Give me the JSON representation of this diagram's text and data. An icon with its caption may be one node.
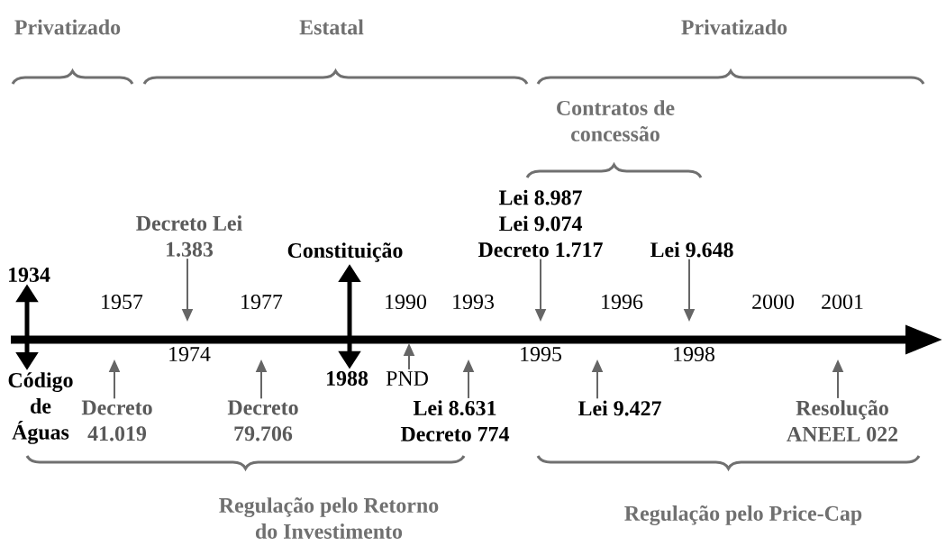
{
  "diagram": {
    "nodes": [
      {
        "text": [
          "1934"
        ]
      },
      {
        "text": [
          "Código de Águas"
        ]
      },
      {
        "text": [
          "Decreto Lei 1.383"
        ]
      },
      {
        "text": [
          "Decreto 41.019"
        ]
      },
      {
        "text": [
          "Decreto 79.706"
        ]
      },
      {
        "text": [
          "Constituição"
        ]
      },
      {
        "text": [
          "1988"
        ]
      },
      {
        "text": [
          "PND"
        ]
      },
      {
        "text": [
          "Lei 8.631 Decreto 774"
        ]
      },
      {
        "text": [
          "Lei 8.987 Lei 9.074 Decreto 1.717"
        ]
      },
      {
        "text": [
          "Lei 9.427"
        ]
      },
      {
        "text": [
          "Lei 9.648"
        ]
      },
      {
        "text": [
          "Resolução ANEEL 022"
        ]
      }
    ],
    "edges": [
      {
        "from": 0,
        "to": 1,
        "arrow": "both",
        "style": "thick",
        "color": "#000000"
      },
      {
        "from": 2,
        "to": null,
        "arrow": "to"
      },
      {
        "from": 3,
        "to": null,
        "arrow": "to"
      },
      {
        "from": 4,
        "to": null,
        "arrow": "to"
      },
      {
        "from": 5,
        "to": 6,
        "arrow": "both",
        "style": "thick",
        "color": "#000000"
      },
      {
        "from": 7,
        "to": null,
        "arrow": "to"
      },
      {
        "from": 8,
        "to": null,
        "arrow": "to"
      },
      {
        "from": 9,
        "to": null,
        "arrow": "to"
      },
      {
        "from": 10,
        "to": null,
        "arrow": "to"
      },
      {
        "from": 11,
        "to": null,
        "arrow": "to"
      },
      {
        "from": 12,
        "to": null,
        "arrow": "to"
      }
    ],
    "labels": [
      "Privatizado",
      "Estatal",
      "Privatizado",
      "Contratos de concessão",
      "1957",
      "1977",
      "1990",
      "1993",
      "1996",
      "2000",
      "2001",
      "1974",
      "1995",
      "1998",
      "Regulação pelo Retorno do Investimento",
      "Regulação pelo Price-Cap"
    ]
  }
}
